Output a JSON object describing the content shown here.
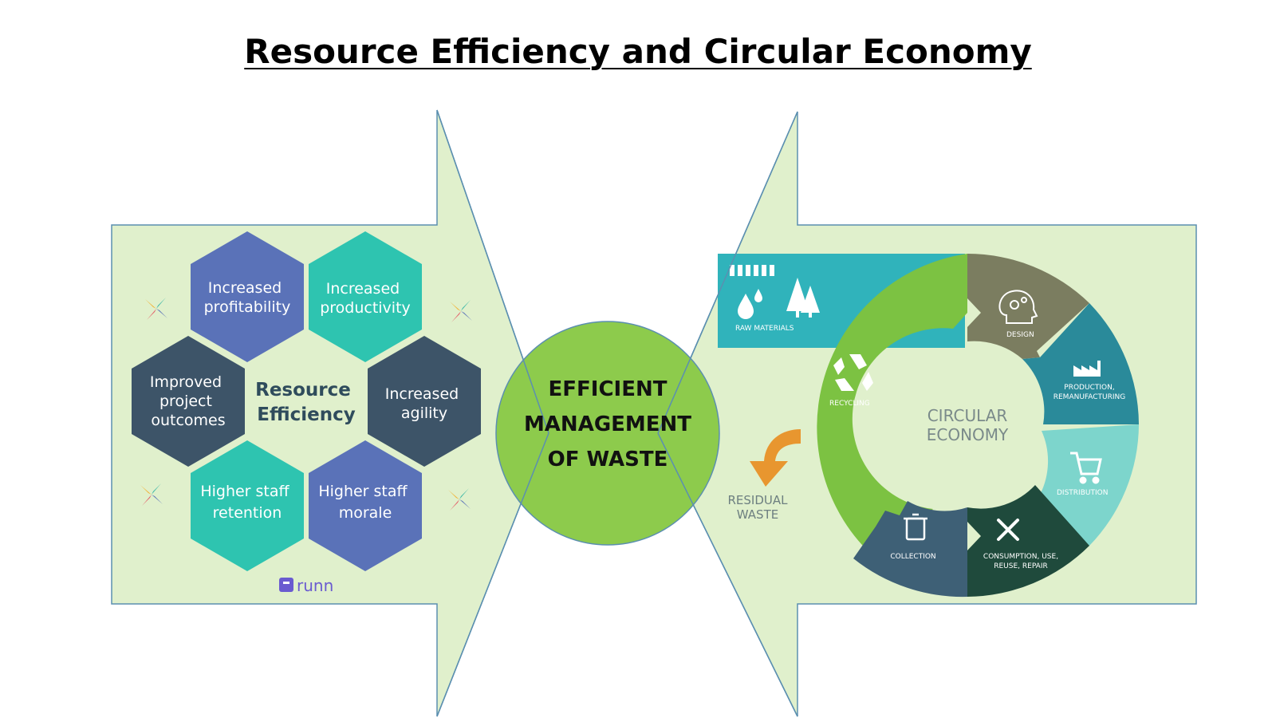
{
  "title": "Resource Efficiency and Circular Economy",
  "resource_efficiency": {
    "center_line1": "Resource",
    "center_line2": "Efficiency",
    "hexes": [
      {
        "line1": "Increased",
        "line2": "profitability",
        "line3": "",
        "color": "#5a72b8"
      },
      {
        "line1": "Increased",
        "line2": "productivity",
        "line3": "",
        "color": "#2ec4b0"
      },
      {
        "line1": "Improved",
        "line2": "project",
        "line3": "outcomes",
        "color": "#3d5468"
      },
      {
        "line1": "Increased",
        "line2": "agility",
        "line3": "",
        "color": "#3d5468"
      },
      {
        "line1": "Higher staff",
        "line2": "retention",
        "line3": "",
        "color": "#2ec4b0"
      },
      {
        "line1": "Higher staff",
        "line2": "morale",
        "line3": "",
        "color": "#5a72b8"
      }
    ],
    "brand": "runn"
  },
  "center_circle": {
    "line1": "EFFICIENT",
    "line2": "MANAGEMENT",
    "line3": "OF WASTE",
    "color": "#8dcb4c"
  },
  "circular_economy": {
    "center_line1": "CIRCULAR",
    "center_line2": "ECONOMY",
    "raw_materials": "RAW MATERIALS",
    "recycling": "RECYCLING",
    "design": "DESIGN",
    "production_line1": "PRODUCTION,",
    "production_line2": "REMANUFACTURING",
    "distribution": "DISTRIBUTION",
    "consumption_line1": "CONSUMPTION, USE,",
    "consumption_line2": "REUSE, REPAIR",
    "collection": "COLLECTION",
    "residual_line1": "RESIDUAL",
    "residual_line2": "WASTE"
  },
  "colors": {
    "arrow_fill": "#e0f0cc",
    "arrow_stroke": "#5b8fb0",
    "recycling_green": "#7cc242",
    "design": "#7b7d60",
    "production": "#2a8a9a",
    "distribution": "#7dd5cc",
    "consumption": "#1f4a3c",
    "collection": "#3e6076",
    "raw_materials": "#30b3bb",
    "residual_arrow": "#e8962f"
  }
}
